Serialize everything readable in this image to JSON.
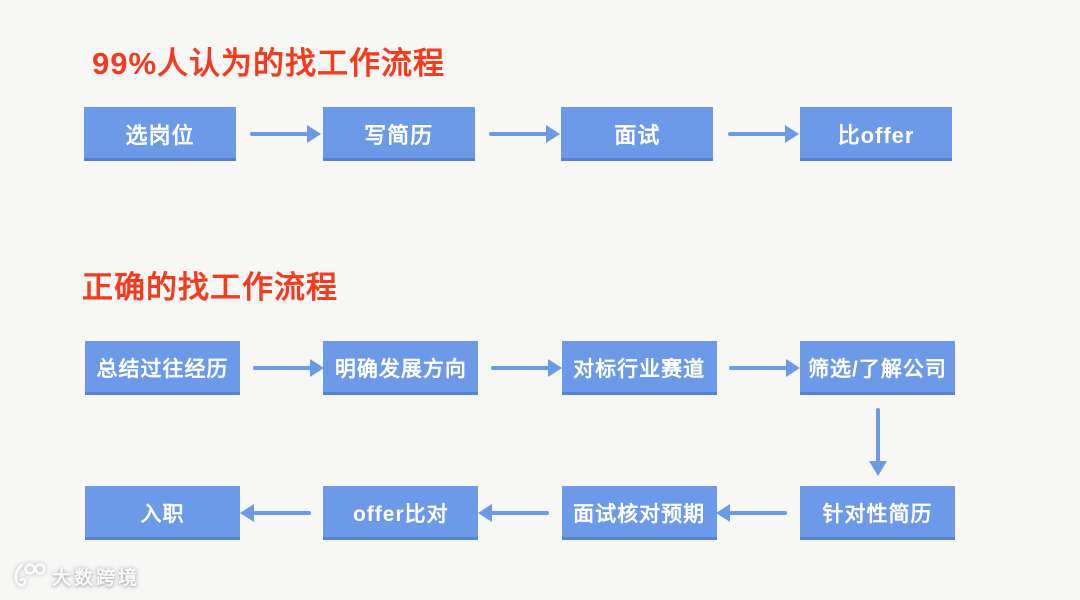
{
  "page": {
    "background_color": "#f7f7f6",
    "box_color": "#6c99e8",
    "title_color": "#f53a1d",
    "box_text_color": "#ffffff"
  },
  "flow_wrong": {
    "title": "99%人认为的找工作流程",
    "steps": [
      "选岗位",
      "写简历",
      "面试",
      "比offer"
    ],
    "arrow_direction": "right"
  },
  "flow_right": {
    "title": "正确的找工作流程",
    "top_row_steps": [
      "总结过往经历",
      "明确发展方向",
      "对标行业赛道",
      "筛选/了解公司"
    ],
    "top_row_arrow_direction": "right",
    "connector": "down",
    "bottom_row_steps": [
      "入职",
      "offer比对",
      "面试核对预期",
      "针对性简历"
    ],
    "bottom_row_arrow_direction": "left"
  },
  "watermark": {
    "logo": "100-swirl-logo",
    "text": "大数跨境"
  }
}
